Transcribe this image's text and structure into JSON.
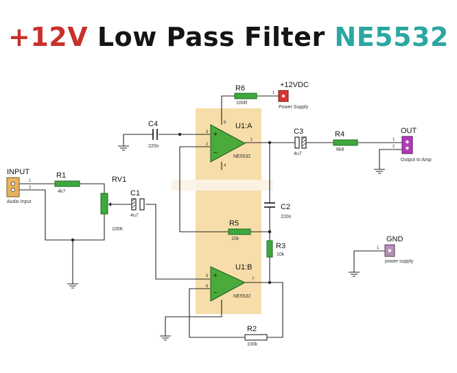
{
  "title": {
    "part1": "+12V",
    "part2": " Low Pass Filter ",
    "part3": "NE5532"
  },
  "colors": {
    "red": "#c8312a",
    "black": "#141414",
    "teal": "#2aa7a1",
    "resistor": "#3ea83e",
    "opamp_fill": "#4aaa3a",
    "band": "#f5d79a"
  },
  "parts": {
    "input": {
      "name": "INPUT",
      "desc": "Audio Input",
      "pin1": "1",
      "pin2": "2"
    },
    "r1": {
      "ref": "R1",
      "val": "4k7"
    },
    "rv1": {
      "ref": "RV1",
      "val": "100K"
    },
    "c1": {
      "ref": "C1",
      "val": "4u7"
    },
    "c4": {
      "ref": "C4",
      "val": "220n"
    },
    "r6": {
      "ref": "R6",
      "val": "100R"
    },
    "vdc": {
      "name": "+12VDC",
      "desc": "Power Supply",
      "pin": "1"
    },
    "u1a": {
      "ref": "U1:A",
      "part": "NE5532",
      "pin3": "3",
      "pin2": "2",
      "pin1": "1",
      "pin8": "8",
      "pin4": "4"
    },
    "c3": {
      "ref": "C3",
      "val": "4u7"
    },
    "r4": {
      "ref": "R4",
      "val": "6k8"
    },
    "out": {
      "name": "OUT",
      "desc": "Output to Amp",
      "pin1": "1",
      "pin2": "2"
    },
    "c2": {
      "ref": "C2",
      "val": "220n"
    },
    "r5": {
      "ref": "R5",
      "val": "10k"
    },
    "r3": {
      "ref": "R3",
      "val": "10k"
    },
    "gnd": {
      "name": "GND",
      "desc": "power supply",
      "pin": "1"
    },
    "u1b": {
      "ref": "U1:B",
      "part": "NE5532",
      "pin5": "5",
      "pin6": "6",
      "pin7": "7"
    },
    "r2": {
      "ref": "R2",
      "val": "100k"
    }
  }
}
